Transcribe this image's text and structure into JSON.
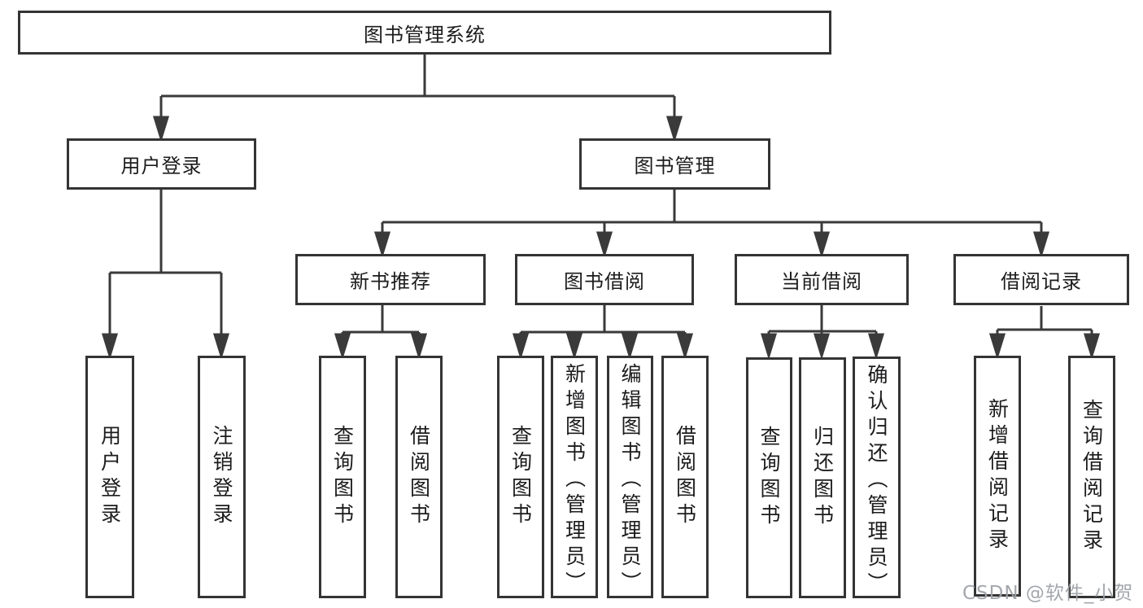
{
  "diagram": {
    "type": "tree",
    "title": "图书管理系统",
    "colors": {
      "background": "#ffffff",
      "box_border": "#343434",
      "line": "#3a3a3a",
      "text": "#1c1c1e",
      "watermark": "#9ea2a8"
    },
    "watermark": "CSDN @软件_小贺同学",
    "nodes": {
      "root": {
        "label": "图书管理系统"
      },
      "user_login": {
        "label": "用户登录"
      },
      "book_management": {
        "label": "图书管理"
      },
      "new_book_recommend": {
        "label": "新书推荐"
      },
      "book_borrow": {
        "label": "图书借阅"
      },
      "current_borrow": {
        "label": "当前借阅"
      },
      "borrow_records": {
        "label": "借阅记录"
      },
      "leaf_user_login": {
        "label": "用户登录"
      },
      "leaf_logout": {
        "label": "注销登录"
      },
      "leaf_query_books_1": {
        "label": "查询图书"
      },
      "leaf_borrow_books_1": {
        "label": "借阅图书"
      },
      "leaf_query_books_2": {
        "label": "查询图书"
      },
      "leaf_add_book_admin": {
        "label": "新增图书（管理员）"
      },
      "leaf_edit_book_admin": {
        "label": "编辑图书（管理员）"
      },
      "leaf_borrow_books_2": {
        "label": "借阅图书"
      },
      "leaf_query_books_3": {
        "label": "查询图书"
      },
      "leaf_return_books": {
        "label": "归还图书"
      },
      "leaf_confirm_return_admin": {
        "label": "确认归还（管理员）"
      },
      "leaf_add_borrow_record": {
        "label": "新增借阅记录"
      },
      "leaf_query_borrow_record": {
        "label": "查询借阅记录"
      }
    },
    "edges": [
      [
        "root",
        "user_login"
      ],
      [
        "root",
        "book_management"
      ],
      [
        "user_login",
        "leaf_user_login"
      ],
      [
        "user_login",
        "leaf_logout"
      ],
      [
        "book_management",
        "new_book_recommend"
      ],
      [
        "book_management",
        "book_borrow"
      ],
      [
        "book_management",
        "current_borrow"
      ],
      [
        "book_management",
        "borrow_records"
      ],
      [
        "new_book_recommend",
        "leaf_query_books_1"
      ],
      [
        "new_book_recommend",
        "leaf_borrow_books_1"
      ],
      [
        "book_borrow",
        "leaf_query_books_2"
      ],
      [
        "book_borrow",
        "leaf_add_book_admin"
      ],
      [
        "book_borrow",
        "leaf_edit_book_admin"
      ],
      [
        "book_borrow",
        "leaf_borrow_books_2"
      ],
      [
        "current_borrow",
        "leaf_query_books_3"
      ],
      [
        "current_borrow",
        "leaf_return_books"
      ],
      [
        "current_borrow",
        "leaf_confirm_return_admin"
      ],
      [
        "borrow_records",
        "leaf_add_borrow_record"
      ],
      [
        "borrow_records",
        "leaf_query_borrow_record"
      ]
    ]
  }
}
